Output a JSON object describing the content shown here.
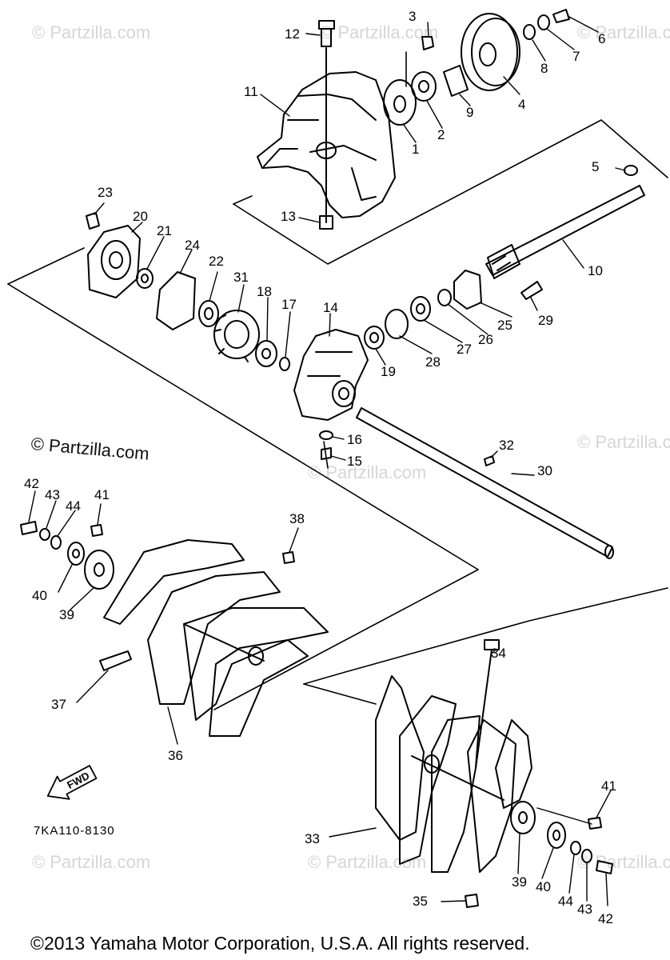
{
  "diagram": {
    "code": "7KA110-8130",
    "fwd_label": "FWD",
    "copyright": "©2013 Yamaha Motor Corporation, U.S.A. All rights reserved.",
    "watermark": "© Partzilla.com",
    "watermark_split": [
      "© Partzilla",
      ".com"
    ],
    "parts": [
      "1",
      "2",
      "3",
      "4",
      "5",
      "6",
      "7",
      "8",
      "9",
      "10",
      "11",
      "12",
      "13",
      "14",
      "15",
      "16",
      "17",
      "18",
      "19",
      "20",
      "21",
      "22",
      "23",
      "24",
      "25",
      "26",
      "27",
      "28",
      "29",
      "30",
      "31",
      "32",
      "33",
      "34",
      "35",
      "36",
      "37",
      "38",
      "39",
      "40",
      "41",
      "42",
      "43",
      "44"
    ],
    "duplicate_labels": [
      "39",
      "40",
      "41",
      "42",
      "43",
      "44"
    ]
  }
}
